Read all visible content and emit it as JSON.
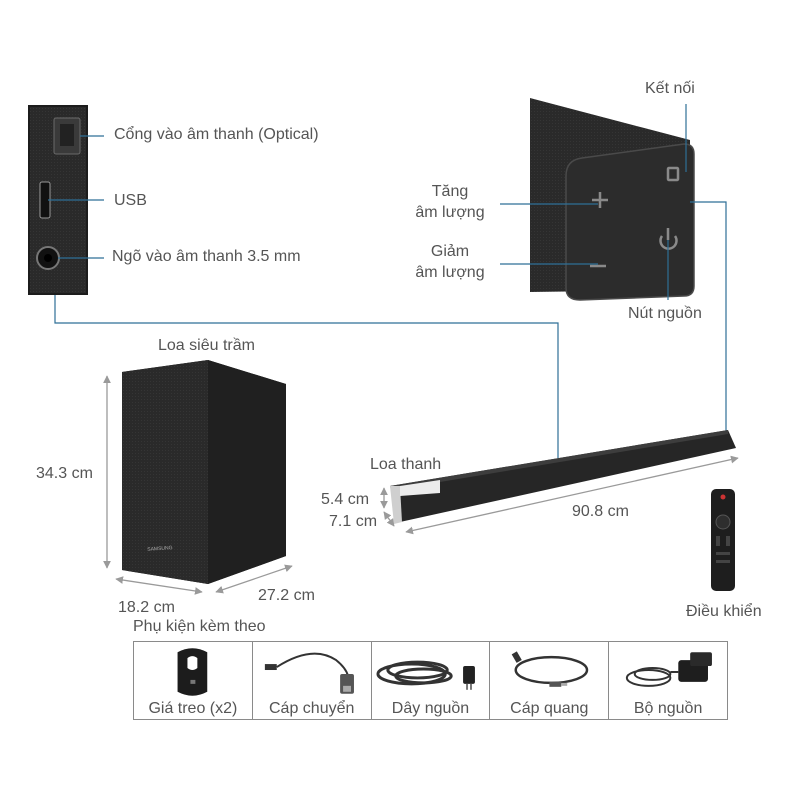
{
  "labels": {
    "optical_in": "Cổng vào âm thanh (Optical)",
    "usb": "USB",
    "aux_in": "Ngõ vào âm thanh 3.5 mm",
    "connect": "Kết nối",
    "vol_up_1": "Tăng",
    "vol_up_2": "âm lượng",
    "vol_down_1": "Giảm",
    "vol_down_2": "âm lượng",
    "power_btn": "Nút nguồn",
    "subwoofer": "Loa siêu trầm",
    "soundbar": "Loa thanh",
    "remote": "Điều khiển"
  },
  "dimensions": {
    "sub_height": "34.3 cm",
    "sub_width": "18.2 cm",
    "sub_depth": "27.2 cm",
    "bar_height": "5.4 cm",
    "bar_depth": "7.1 cm",
    "bar_length": "90.8 cm"
  },
  "brand": "SAMSUNG",
  "accessories": {
    "title": "Phụ kiện kèm theo",
    "items": [
      {
        "name": "Giá treo (x2)",
        "icon": "wall-mount-icon"
      },
      {
        "name": "Cáp chuyển",
        "icon": "adapter-cable-icon"
      },
      {
        "name": "Dây nguồn",
        "icon": "power-cord-icon"
      },
      {
        "name": "Cáp quang",
        "icon": "optical-cable-icon"
      },
      {
        "name": "Bộ nguồn",
        "icon": "power-adapter-icon"
      }
    ]
  },
  "colors": {
    "leader_line": "#2e6f96",
    "product": "#262626",
    "dimension_line": "#9a9a9a"
  }
}
